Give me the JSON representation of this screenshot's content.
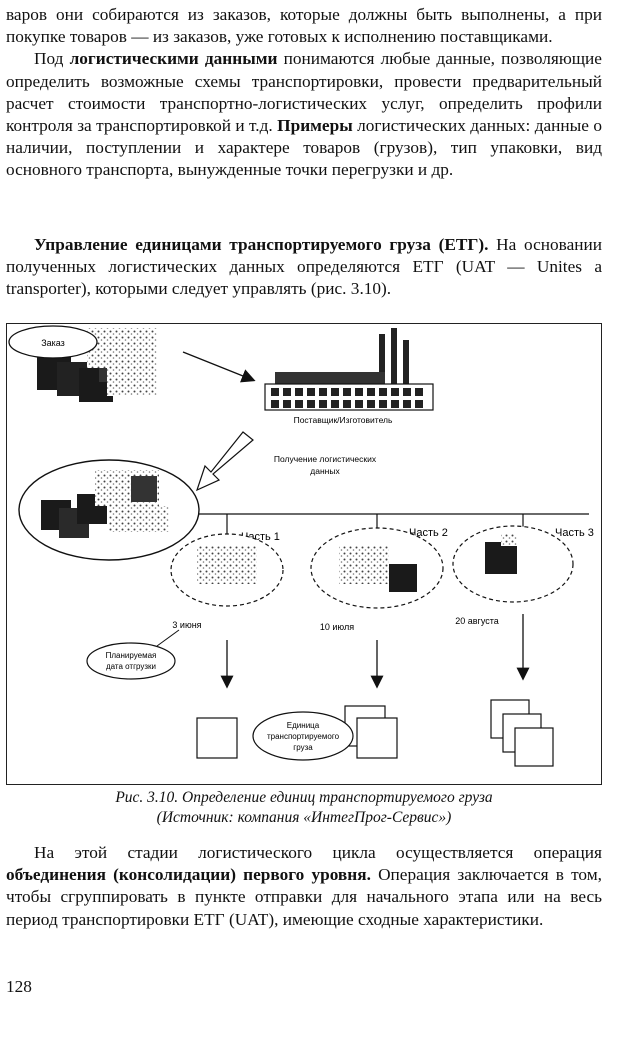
{
  "paragraphs": {
    "p1_start": "варов они собираются из заказов, которые должны быть выполнены, а при покупке товаров — из заказов, уже готовых к исполнению поставщиками.",
    "p2_lead": "Под ",
    "p2_bold": "логистическими данными",
    "p2_rest": " понимаются любые данные, позволяющие определить возможные схемы транспортировки, провести предварительный расчет стоимости транспортно-логистических услуг, определить профили контроля за транспортировкой и т.д. ",
    "p2_bold2": "Примеры",
    "p2_rest2": " логистических данных: данные о наличии, поступлении и характере товаров (грузов), тип упаковки, вид основного транспорта, вынужденные точки перегрузки и др.",
    "p3_bold": "Управление единицами транспортируемого груза (ЕТГ).",
    "p3_rest": " На основании полученных логистических данных определяются ЕТГ (UAT — Unites a transporter), которыми следует управлять (рис. 3.10).",
    "p4_lead": "На этой стадии логистического цикла осуществляется операция ",
    "p4_bold": "объединения (консолидации) первого уровня.",
    "p4_rest": " Операция заключается в том, чтобы сгруппировать в пункте отправки для начального этапа или на весь период транспортировки ЕТГ (UAT), имеющие сходные характеристики."
  },
  "figure": {
    "label_order": "Заказ",
    "label_supplier": "Поставщик/Изготовитель",
    "label_logistics_line1": "Получение логистических",
    "label_logistics_line2": "данных",
    "label_part1": "Часть 1",
    "label_part2": "Часть 2",
    "label_part3": "Часть 3",
    "label_date1": "3 июня",
    "label_date2": "10 июля",
    "label_date3": "20 августа",
    "label_planned_line1": "Планируемая",
    "label_planned_line2": "дата отгрузки",
    "label_unit_line1": "Единица",
    "label_unit_line2": "транспортируемого",
    "label_unit_line3": "груза"
  },
  "caption": {
    "line1": "Рис. 3.10. Определение единиц транспортируемого груза",
    "line2": "(Источник: компания «ИнтегПрог-Сервис»)"
  },
  "page_number": "128"
}
